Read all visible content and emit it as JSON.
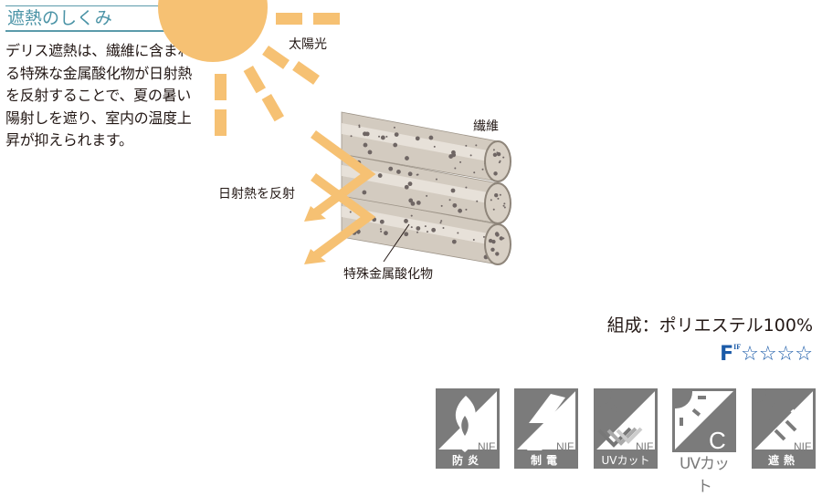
{
  "sidebar": {
    "title": "遮熱のしくみ",
    "description": "デリス遮熱は、繊維に含まれる特殊な金属酸化物が日射熱を反射することで、夏の暑い陽射しを遮り、室内の温度上昇が抑えられます。"
  },
  "illustration": {
    "sun_label": "太陽光",
    "fiber_label": "繊維",
    "reflect_label": "日射熱を反射",
    "oxide_label": "特殊金属酸化物",
    "colors": {
      "sun": "#f6c173",
      "fiber": "#cbc3b7",
      "dot": "#6f6664"
    }
  },
  "spec": {
    "composition": "組成：ポリエステル100%",
    "frank_letter": "F",
    "frank_sup": "IF",
    "frank_stars": "☆☆☆☆"
  },
  "features": [
    {
      "label": "防炎",
      "icon": "flame-icon",
      "mark": "NIF"
    },
    {
      "label": "制電",
      "icon": "lightning-icon",
      "mark": "NIF"
    },
    {
      "label": "UVカット",
      "icon": "uv-reflect-icon",
      "mark": "NIF"
    },
    {
      "label": "UVカット",
      "icon": "uv-cut-c-icon",
      "mark": "C"
    },
    {
      "label": "遮熱",
      "icon": "heat-shield-icon",
      "mark": "NIF"
    }
  ]
}
